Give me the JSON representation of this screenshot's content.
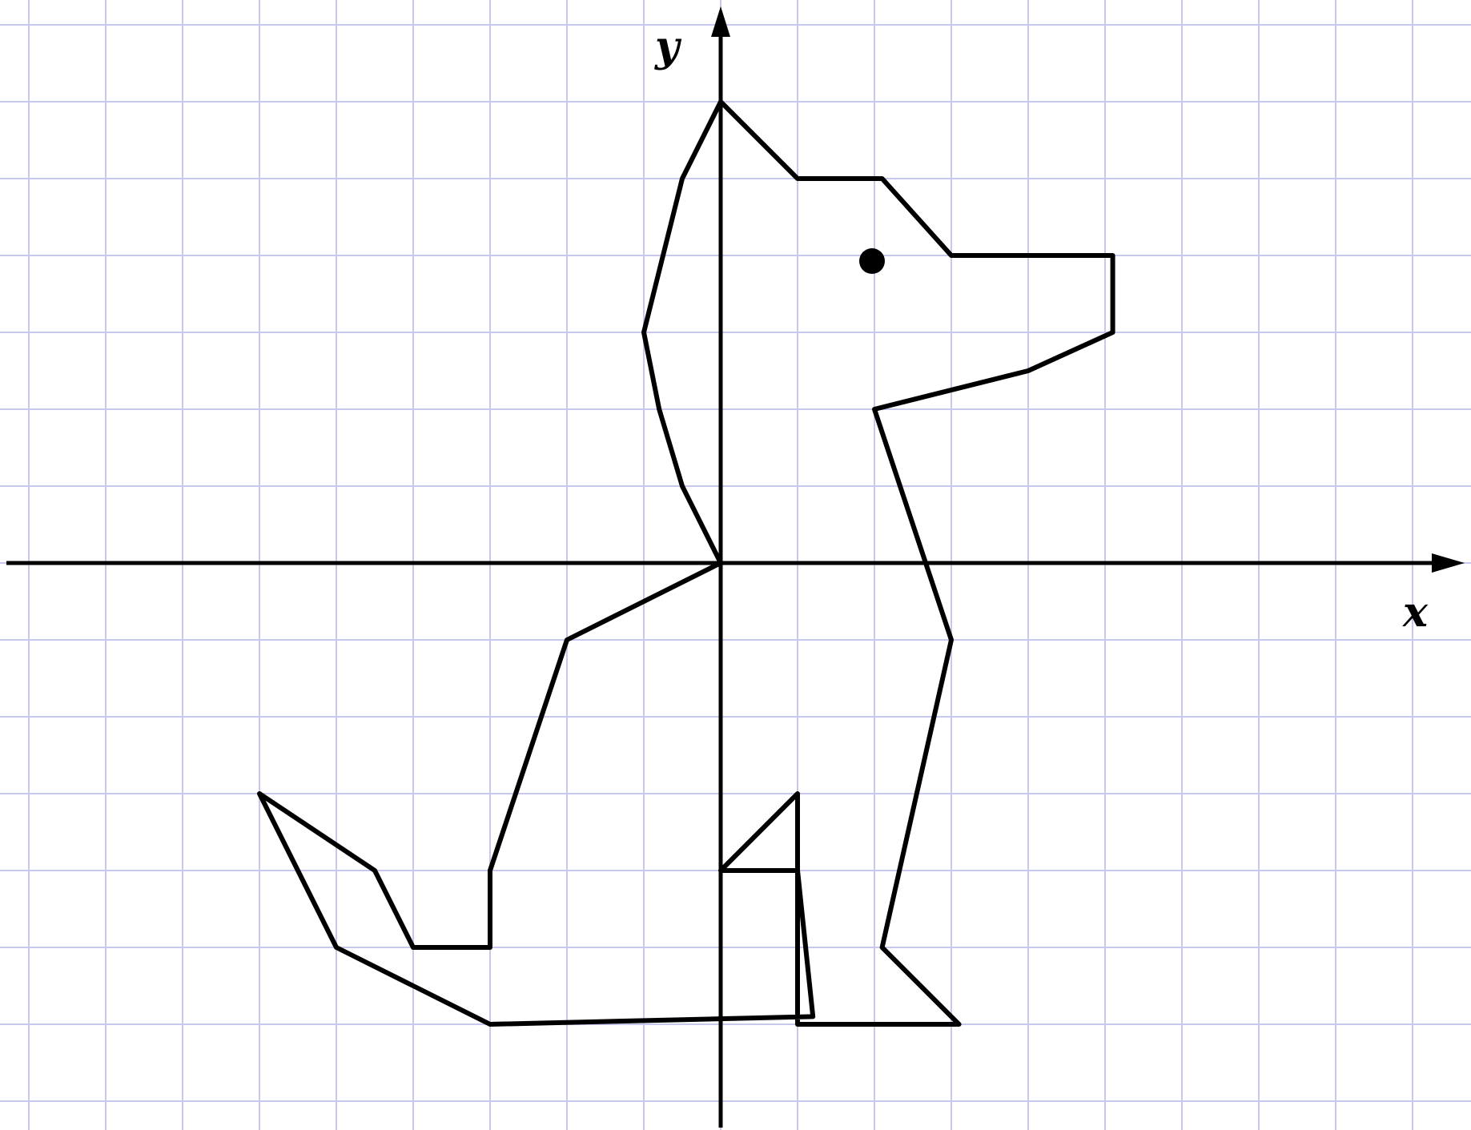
{
  "colors": {
    "background": "#ffffff",
    "grid": "#c8c8ee",
    "ink": "#000000"
  },
  "axes": {
    "x_label": "x",
    "y_label": "y"
  },
  "figure": {
    "outline": [
      [
        0,
        6
      ],
      [
        1,
        5
      ],
      [
        2.1,
        5
      ],
      [
        3,
        4
      ],
      [
        5.1,
        4
      ],
      [
        5.1,
        3
      ],
      [
        4,
        2.5
      ],
      [
        2,
        2
      ],
      [
        3,
        -1
      ],
      [
        2.1,
        -5
      ],
      [
        3.1,
        -6
      ],
      [
        1,
        -6
      ],
      [
        1,
        -3
      ],
      [
        0,
        -4
      ],
      [
        1,
        -4
      ],
      [
        1.2,
        -5.9
      ],
      [
        -3,
        -6
      ],
      [
        -4,
        -5.5
      ],
      [
        -5,
        -5
      ],
      [
        -6,
        -3
      ],
      [
        -4.5,
        -4
      ],
      [
        -4,
        -5
      ],
      [
        -3,
        -5
      ],
      [
        -3,
        -4
      ],
      [
        -2,
        -1
      ],
      [
        0,
        0
      ],
      [
        -0.5,
        1
      ],
      [
        -0.8,
        2
      ],
      [
        -1,
        3
      ],
      [
        -0.5,
        5
      ],
      [
        0,
        6
      ]
    ],
    "eye": [
      2,
      4
    ]
  }
}
